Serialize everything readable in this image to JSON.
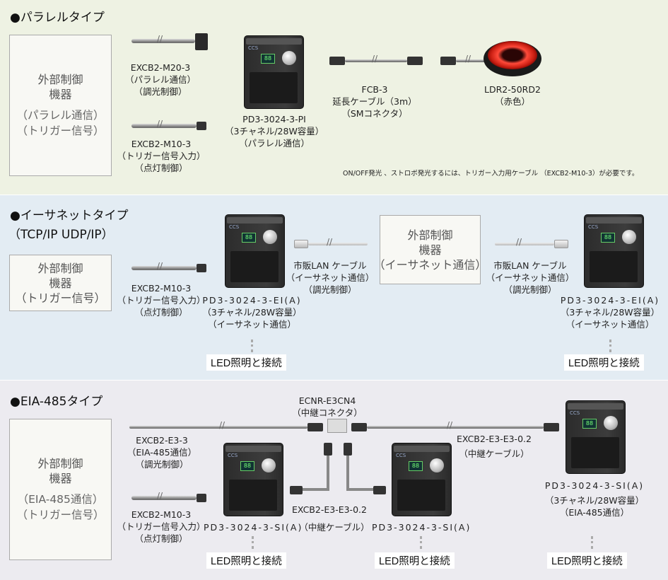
{
  "parallel": {
    "title": "●パラレルタイプ",
    "ext_box": {
      "line1": "外部制御",
      "line2": "機器",
      "line3": "（パラレル通信）",
      "line4": "（トリガー信号）"
    },
    "cable1": {
      "name": "EXCB2-M20-3",
      "line2": "（パラレル通信）",
      "line3": "（調光制御）"
    },
    "cable2": {
      "name": "EXCB2-M10-3",
      "line2": "（トリガー信号入力）",
      "line3": "（点灯制御）"
    },
    "unit": {
      "name": "PD3-3024-3-PI",
      "line2": "（3チャネル/28W容量）",
      "line3": "（パラレル通信）"
    },
    "ext_cable": {
      "name": "FCB-3",
      "line2": "延長ケーブル（3m）",
      "line3": "（SMコネクタ）"
    },
    "light": {
      "name": "LDR2-50RD2",
      "line2": "（赤色）"
    },
    "note": "ON/OFF発光 、ストロボ発光するには、トリガー入力用ケーブル （EXCB2-M10-3）が必要です。"
  },
  "ethernet": {
    "title": "●イーサネットタイプ",
    "subtitle": "（TCP/IP UDP/IP）",
    "ext_box": {
      "line1": "外部制御",
      "line2": "機器",
      "line3": "（トリガー信号）"
    },
    "ext_box2": {
      "line1": "外部制御",
      "line2": "機器",
      "line3": "（イーサネット通信）"
    },
    "cable": {
      "name": "EXCB2-M10-3",
      "line2": "（トリガー信号入力）",
      "line3": "（点灯制御）"
    },
    "unit": {
      "name": "PD3-3024-3-EI(A)",
      "line2": "（3チャネル/28W容量）",
      "line3": "（イーサネット通信）"
    },
    "lan": {
      "name": "市販LAN ケーブル",
      "line2": "（イーサネット通信）",
      "line3": "（調光制御）"
    },
    "led": "LED照明と接続"
  },
  "eia": {
    "title": "●EIA-485タイプ",
    "ext_box": {
      "line1": "外部制御",
      "line2": "機器",
      "line3": "（EIA-485通信）",
      "line4": "（トリガー信号）"
    },
    "cable1": {
      "name": "EXCB2-E3-3",
      "line2": "（EIA-485通信）",
      "line3": "（調光制御）"
    },
    "cable2": {
      "name": "EXCB2-M10-3",
      "line2": "（トリガー信号入力）",
      "line3": "（点灯制御）"
    },
    "connector": {
      "name": "ECNR-E3CN4",
      "line2": "（中継コネクタ）"
    },
    "relay1": {
      "name": "EXCB2-E3-E3-0.2",
      "line2": "（中継ケーブル）"
    },
    "relay2": {
      "name": "EXCB2-E3-E3-0.2",
      "line2": "（中継ケーブル）"
    },
    "unit": {
      "name": "PD3-3024-3-SI(A)"
    },
    "unit_right": {
      "name": "PD3-3024-3-SI(A)",
      "line2": "（3チャネル/28W容量）",
      "line3": "（EIA-485通信）"
    },
    "led": "LED照明と接続"
  },
  "colors": {
    "parallel_bg": "#eef2e3",
    "ethernet_bg": "#e3ecf3",
    "eia_bg": "#ecebf0",
    "ring_light": "#e0302a"
  },
  "icons": [
    "controller-unit-icon",
    "cable-icon",
    "ring-light-icon",
    "lan-plug-icon",
    "relay-connector-icon"
  ]
}
